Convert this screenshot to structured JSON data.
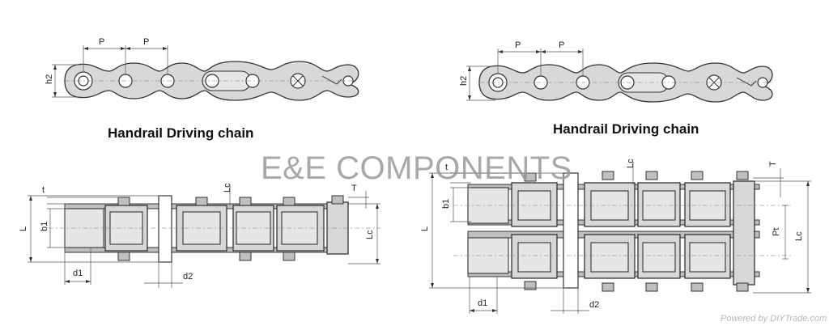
{
  "left_panel": {
    "title": "Handrail Driving chain",
    "top_labels": {
      "pitch_1": "P",
      "pitch_2": "P",
      "plate_height": "h2"
    },
    "bottom_labels": {
      "t": "t",
      "Lc_top": "Lc",
      "T": "T",
      "L": "L",
      "b1": "b1",
      "Lc_side": "Lc",
      "d1": "d1",
      "d2": "d2"
    }
  },
  "right_panel": {
    "title": "Handrail Driving chain",
    "top_labels": {
      "pitch_1": "P",
      "pitch_2": "P",
      "plate_height": "h2"
    },
    "bottom_labels": {
      "t": "t",
      "Lc_top": "Lc",
      "T": "T",
      "L": "L",
      "b1": "b1",
      "Pt": "Pt",
      "Lc_side": "Lc",
      "d1": "d1",
      "d2": "d2"
    }
  },
  "watermark": "E&E COMPONENTS",
  "credit": "Powered by DIYTrade.com"
}
